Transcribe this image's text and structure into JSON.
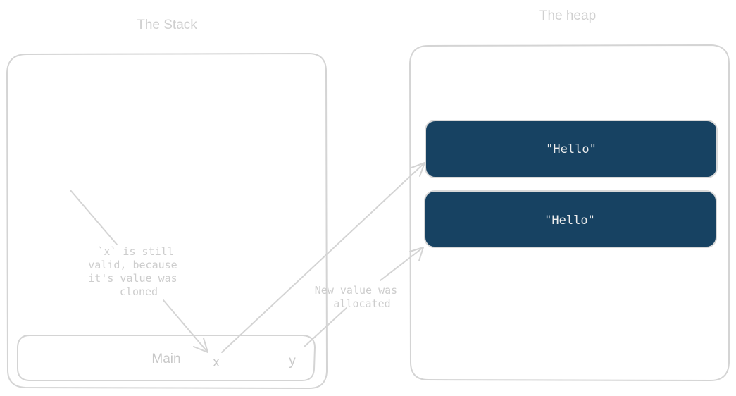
{
  "stack": {
    "title": "The Stack",
    "frame_label": "Main",
    "variables": [
      "x",
      "y"
    ],
    "note_lines": [
      "`x` is still",
      "valid, because",
      "it's value was",
      "cloned"
    ]
  },
  "heap": {
    "title": "The heap",
    "values": [
      "\"Hello\"",
      "\"Hello\""
    ]
  },
  "allocation_note_lines": [
    "New value was",
    "allocated"
  ],
  "colors": {
    "heap_value_fill": "#174262",
    "sketch_stroke": "#d4d4d4",
    "label_text": "#cfcfcf"
  }
}
